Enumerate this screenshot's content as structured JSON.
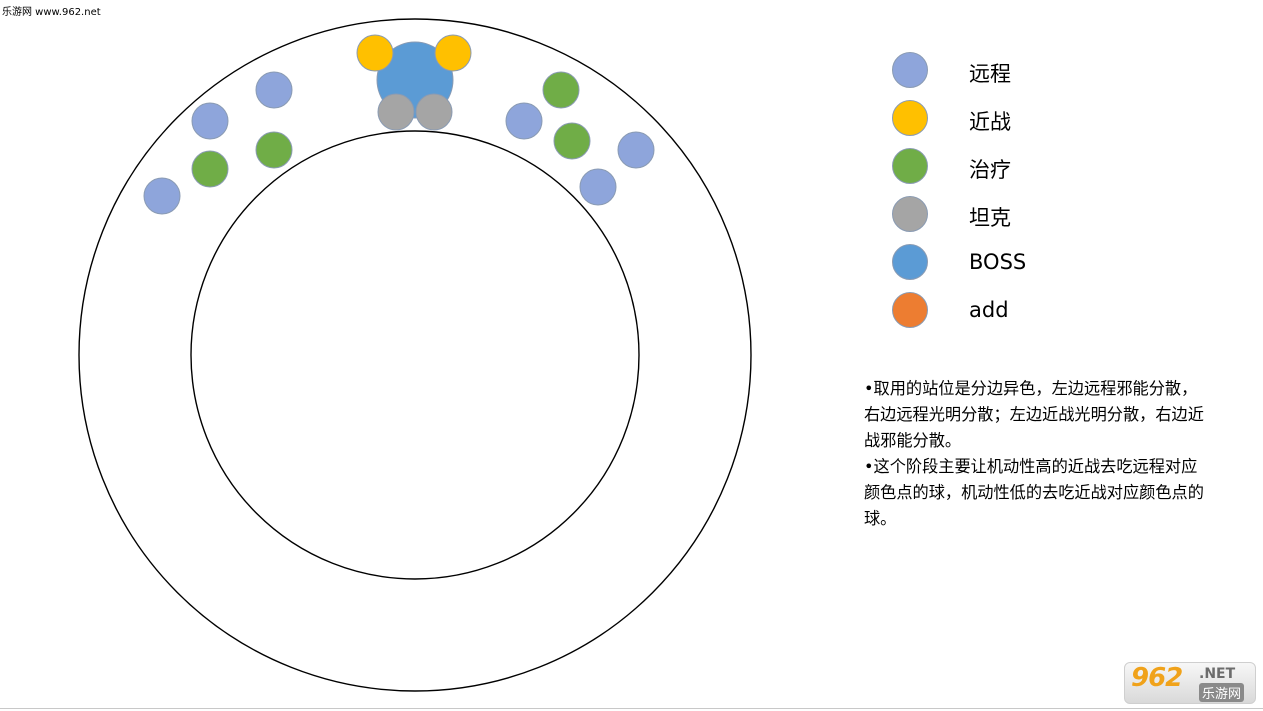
{
  "site_tag": "乐游网 www.962.net",
  "colors": {
    "ranged": "#8ea5db",
    "melee": "#ffc000",
    "healer": "#70ad47",
    "tank": "#a5a5a5",
    "boss": "#5b9bd5",
    "add": "#ed7d31",
    "ring_stroke": "#000000",
    "token_stroke": "#8a9bb3"
  },
  "legend": [
    {
      "key": "ranged",
      "label": "远程"
    },
    {
      "key": "melee",
      "label": "近战"
    },
    {
      "key": "healer",
      "label": "治疗"
    },
    {
      "key": "tank",
      "label": "坦克"
    },
    {
      "key": "boss",
      "label": "BOSS"
    },
    {
      "key": "add",
      "label": "add"
    }
  ],
  "notes": [
    "•取用的站位是分边异色，左边远程邪能分散，右边远程光明分散；左边近战光明分散，右边近战邪能分散。",
    "•这个阶段主要让机动性高的近战去吃远程对应颜色点的球，机动性低的去吃近战对应颜色点的球。"
  ],
  "watermark": {
    "main": "962",
    "net": ".NET",
    "sub": "乐游网"
  }
}
